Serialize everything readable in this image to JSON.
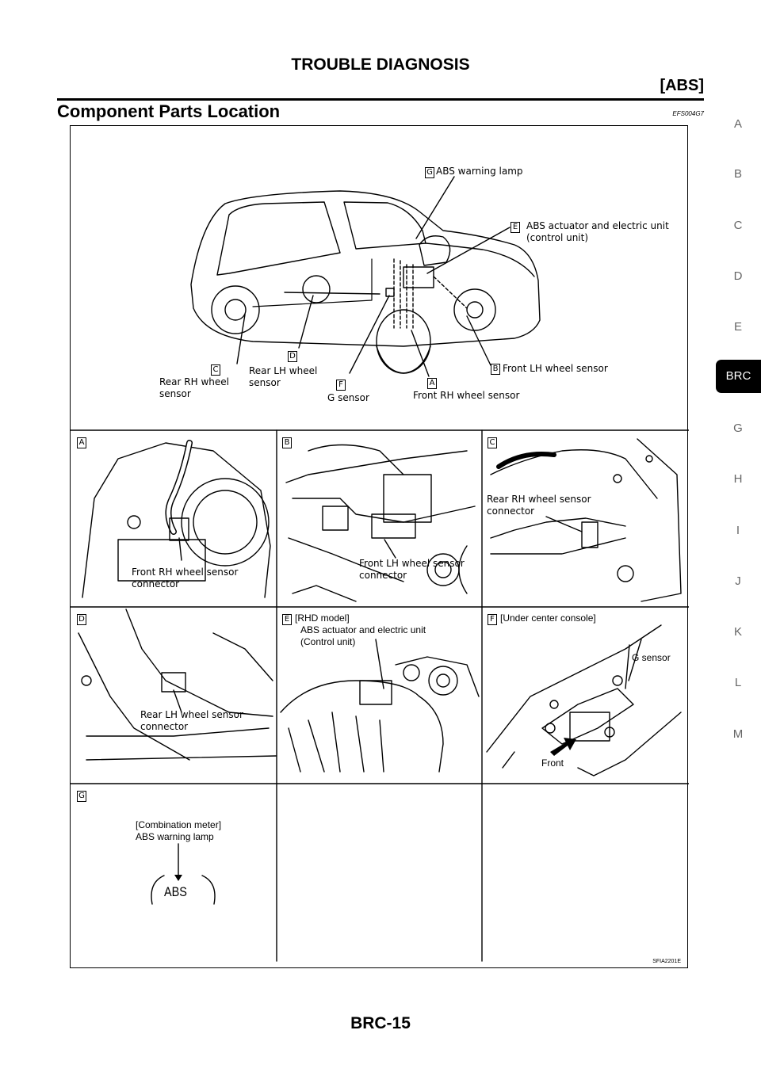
{
  "header": {
    "title": "TROUBLE DIAGNOSIS",
    "section": "[ABS]"
  },
  "heading": {
    "title": "Component Parts Location",
    "code": "EFS004G7"
  },
  "figure": {
    "id": "SFIA2201E",
    "overview": {
      "callouts": [
        {
          "letter": "G",
          "text": "ABS warning lamp"
        },
        {
          "letter": "E",
          "text": "ABS actuator and electric unit\n(control unit)"
        },
        {
          "letter": "C",
          "text": "Rear RH wheel\nsensor"
        },
        {
          "letter": "D",
          "text": "Rear LH wheel\nsensor"
        },
        {
          "letter": "F",
          "text": "G sensor"
        },
        {
          "letter": "A",
          "text": "Front RH wheel sensor"
        },
        {
          "letter": "B",
          "text": "Front LH wheel sensor"
        }
      ]
    },
    "panels": [
      {
        "letter": "A",
        "labels": [
          "Front RH wheel sensor\nconnector"
        ]
      },
      {
        "letter": "B",
        "labels": [
          "Front LH wheel sensor\nconnector"
        ]
      },
      {
        "letter": "C",
        "labels": [
          "Rear RH wheel sensor\nconnector"
        ]
      },
      {
        "letter": "D",
        "labels": [
          "Rear LH wheel sensor\nconnector"
        ]
      },
      {
        "letter": "E",
        "labels": [
          "[RHD model]",
          "ABS actuator and electric unit\n(Control unit)"
        ]
      },
      {
        "letter": "F",
        "labels": [
          "[Under center console]",
          "G sensor",
          "Front"
        ]
      },
      {
        "letter": "G",
        "labels": [
          "[Combination meter]\nABS warning lamp",
          "ABS"
        ]
      }
    ]
  },
  "tabs": [
    "A",
    "B",
    "C",
    "D",
    "E",
    "BRC",
    "G",
    "H",
    "I",
    "J",
    "K",
    "L",
    "M"
  ],
  "active_tab": "BRC",
  "footer": {
    "page": "BRC-15"
  }
}
